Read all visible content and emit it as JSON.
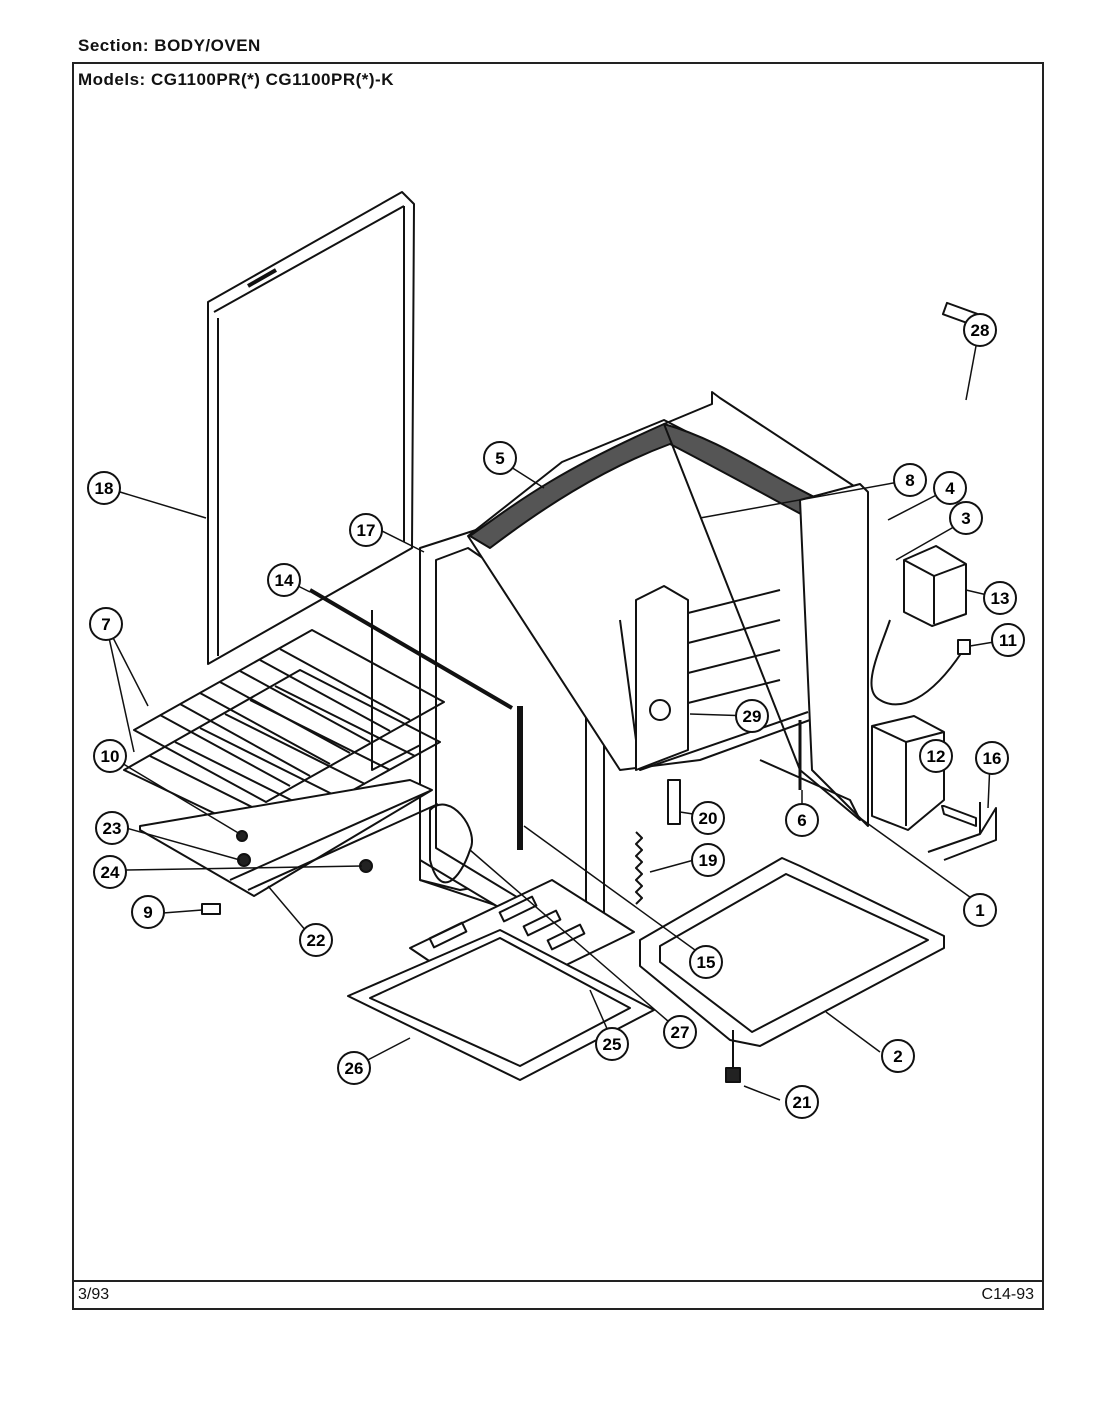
{
  "header": {
    "section_label": "Section:",
    "section_value": "BODY/OVEN",
    "models_label": "Models:",
    "models_value": "CG1100PR(*) CG1100PR(*)-K"
  },
  "footer": {
    "date": "3/93",
    "code": "C14-93"
  },
  "callouts": [
    "1",
    "2",
    "3",
    "4",
    "5",
    "6",
    "7",
    "8",
    "9",
    "10",
    "11",
    "12",
    "13",
    "14",
    "15",
    "16",
    "17",
    "18",
    "19",
    "20",
    "21",
    "22",
    "23",
    "24",
    "25",
    "26",
    "27",
    "28",
    "29"
  ]
}
